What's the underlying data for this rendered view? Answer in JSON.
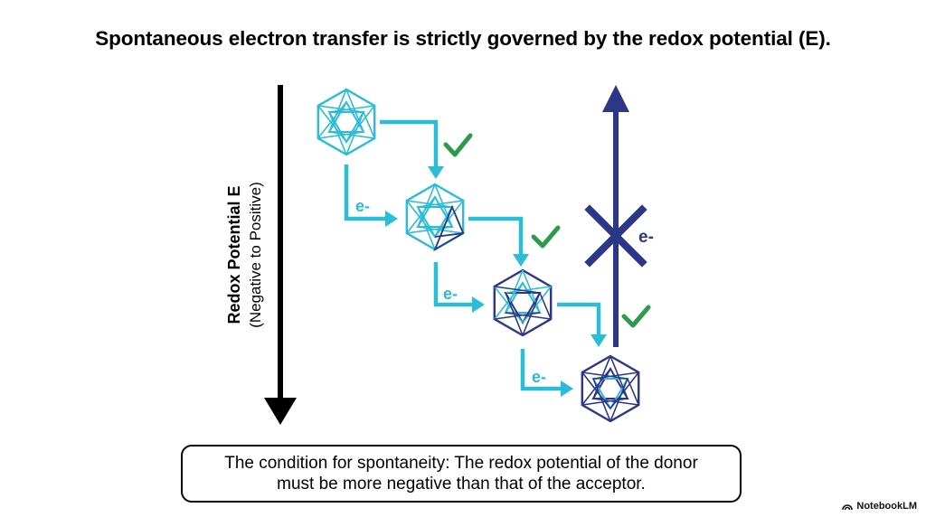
{
  "title": "Spontaneous electron transfer is strictly governed by the redox potential (E).",
  "axis": {
    "label": "Redox Potential E",
    "sublabel": "(Negative to Positive)"
  },
  "electron_label": "e-",
  "condition": {
    "line1": "The condition for  spontaneity: The redox potential of the donor",
    "line2": "must be more negative than that of the acceptor."
  },
  "watermark": "NotebookLM",
  "colors": {
    "light": "#2bbcd7",
    "dark": "#2c3787",
    "check": "#2e9b4a",
    "axis": "#000000"
  },
  "icons": {
    "allowed": "check-icon",
    "forbidden": "cross-icon",
    "cluster": "icosahedron-icon"
  }
}
